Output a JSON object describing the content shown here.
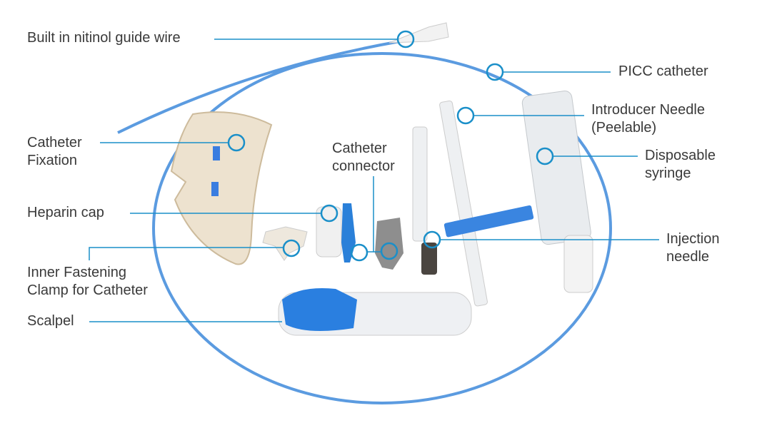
{
  "colors": {
    "accent": "#1a8fc9",
    "text": "#3a3a3a",
    "catheter": "#5b9be0"
  },
  "labels": {
    "guide_wire": "Built in nitinol guide wire",
    "picc": "PICC catheter",
    "introducer_1": "Introducer Needle",
    "introducer_2": "(Peelable)",
    "syringe_1": "Disposable",
    "syringe_2": "syringe",
    "fixation_1": "Catheter",
    "fixation_2": "Fixation",
    "connector_1": "Catheter",
    "connector_2": "connector",
    "heparin": "Heparin cap",
    "clamp_1": "Inner Fastening",
    "clamp_2": "Clamp for Catheter",
    "injection_1": "Injection",
    "injection_2": "needle",
    "scalpel": "Scalpel"
  }
}
